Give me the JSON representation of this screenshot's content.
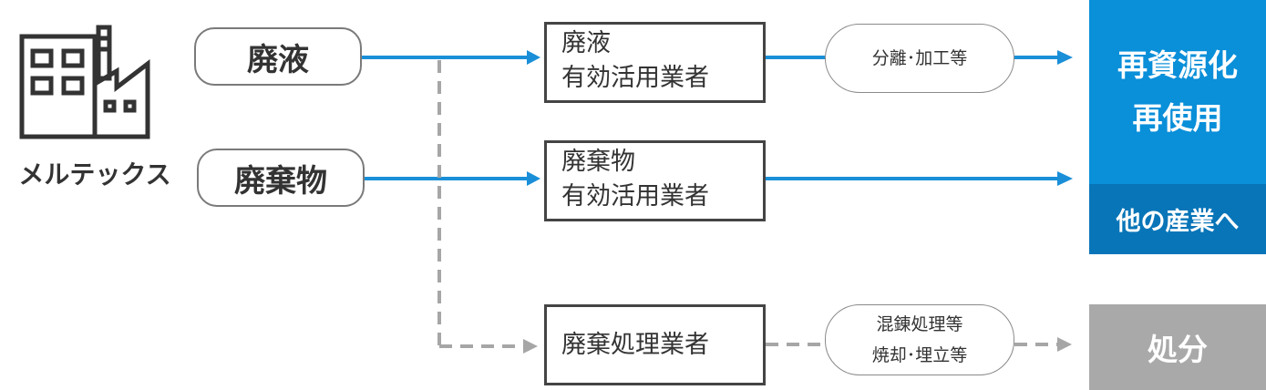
{
  "company": {
    "name": "メルテックス",
    "icon": "factory-icon"
  },
  "sources": {
    "waste_liquid": "廃液",
    "waste_material": "廃棄物"
  },
  "processors": {
    "liquid_line1": "廃液",
    "liquid_line2": "有効活用業者",
    "material_line1": "廃棄物",
    "material_line2": "有効活用業者",
    "disposal": "廃棄処理業者"
  },
  "processes": {
    "separation": "分離･加工等",
    "disposal_line1": "混錬処理等",
    "disposal_line2": "焼却･埋立等"
  },
  "outcomes": {
    "recycle_line1": "再資源化",
    "recycle_line2": "再使用",
    "other_industry": "他の産業へ",
    "disposal": "処分"
  },
  "colors": {
    "blue_line": "#1a8fd8",
    "blue_panel": "#0a8fd9",
    "blue_panel_dark": "#0875b8",
    "gray_line": "#a6a6a6",
    "gray_panel": "#a9a9a9"
  }
}
